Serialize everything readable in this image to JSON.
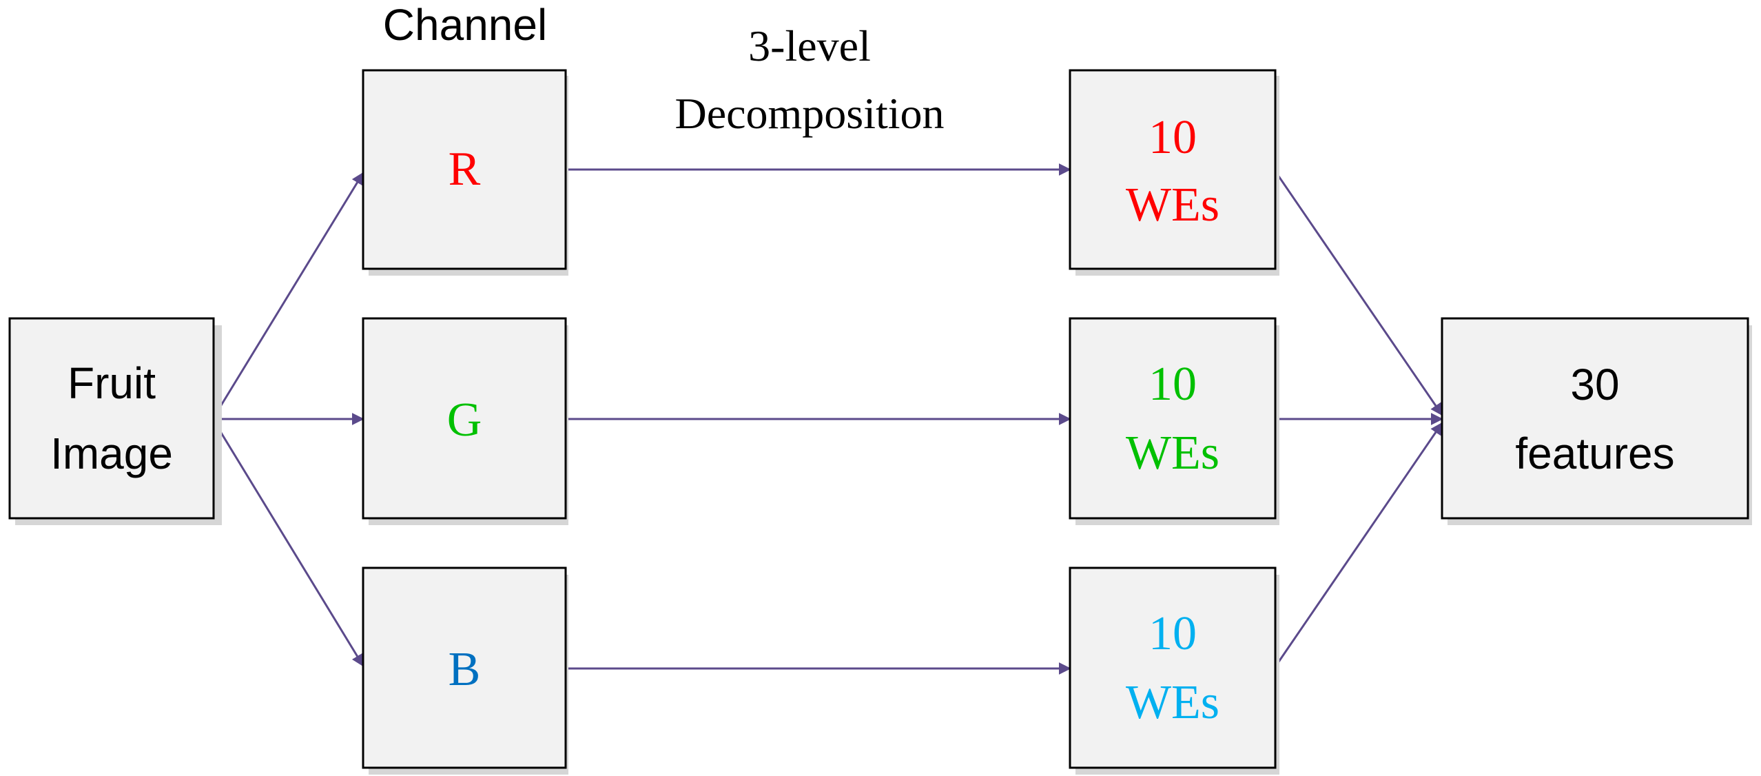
{
  "header": {
    "channel_label": "Channel",
    "decomposition_label_line1": "3-level",
    "decomposition_label_line2": "Decomposition"
  },
  "boxes": {
    "input": {
      "line1": "Fruit",
      "line2": "Image"
    },
    "channel_r": {
      "label": "R",
      "color": "#ff0000"
    },
    "channel_g": {
      "label": "G",
      "color": "#00c000"
    },
    "channel_b": {
      "label": "B",
      "color": "#0070c0"
    },
    "we_r": {
      "line1": "10",
      "line2": "WEs",
      "color": "#ff0000"
    },
    "we_g": {
      "line1": "10",
      "line2": "WEs",
      "color": "#00c000"
    },
    "we_b": {
      "line1": "10",
      "line2": "WEs",
      "color": "#00b0f0"
    },
    "output": {
      "line1": "30",
      "line2": "features"
    }
  },
  "colors": {
    "arrow": "#5b4a8b",
    "box_fill": "#f2f2f2",
    "box_border": "#000000"
  }
}
